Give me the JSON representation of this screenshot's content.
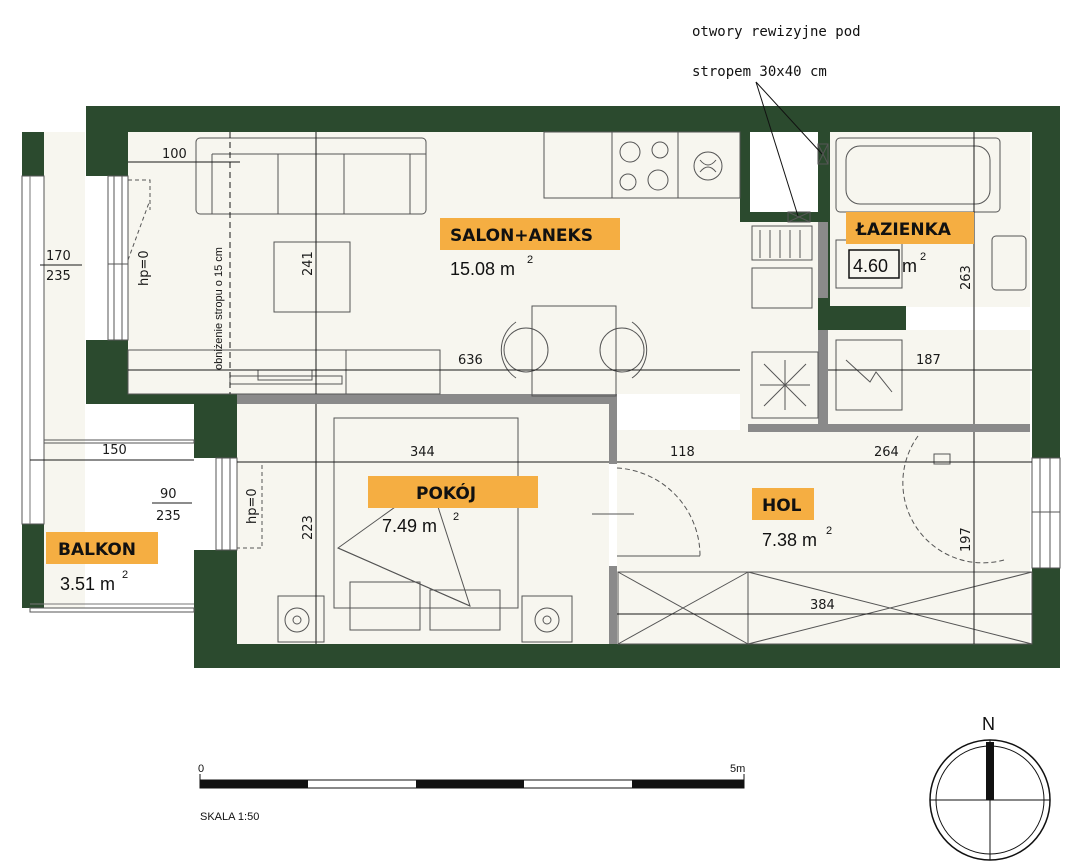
{
  "note": {
    "line1": "otwory rewizyjne pod",
    "line2": "stropem 30x40 cm"
  },
  "rooms": {
    "salon": {
      "label": "SALON+ANEKS",
      "area": "15.08 m",
      "sup": "2"
    },
    "lazienka": {
      "label": "ŁAZIENKA",
      "area": "4.60",
      "unit": "m",
      "sup": "2"
    },
    "pokoj": {
      "label": "POKÓJ",
      "area": "7.49  m",
      "sup": "2"
    },
    "hol": {
      "label": "HOL",
      "area": "7.38 m",
      "sup": "2"
    },
    "balkon": {
      "label": "BALKON",
      "area": "3.51 m",
      "sup": "2"
    }
  },
  "dimensions": {
    "d100": "100",
    "d241": "241",
    "d636": "636",
    "d187": "187",
    "d263": "263",
    "d344": "344",
    "d118": "118",
    "d264": "264",
    "d150": "150",
    "d223": "223",
    "d197": "197",
    "d384": "384"
  },
  "windows": {
    "w1_top": "170",
    "w1_bottom": "235",
    "w2_top": "90",
    "w2_bottom": "235",
    "hp1": "hp=0",
    "hp2": "hp=0"
  },
  "ceiling_note": "obniżenie stropu o 15 cm",
  "scale": {
    "start": "0",
    "end": "5m",
    "label": "SKALA 1:50"
  },
  "compass": {
    "north": "N"
  },
  "colors": {
    "wall": "#2b4a2e",
    "floor": "#f7f6ef",
    "label_bg": "#f5ae42",
    "inner_wall": "#8a8a8a"
  }
}
